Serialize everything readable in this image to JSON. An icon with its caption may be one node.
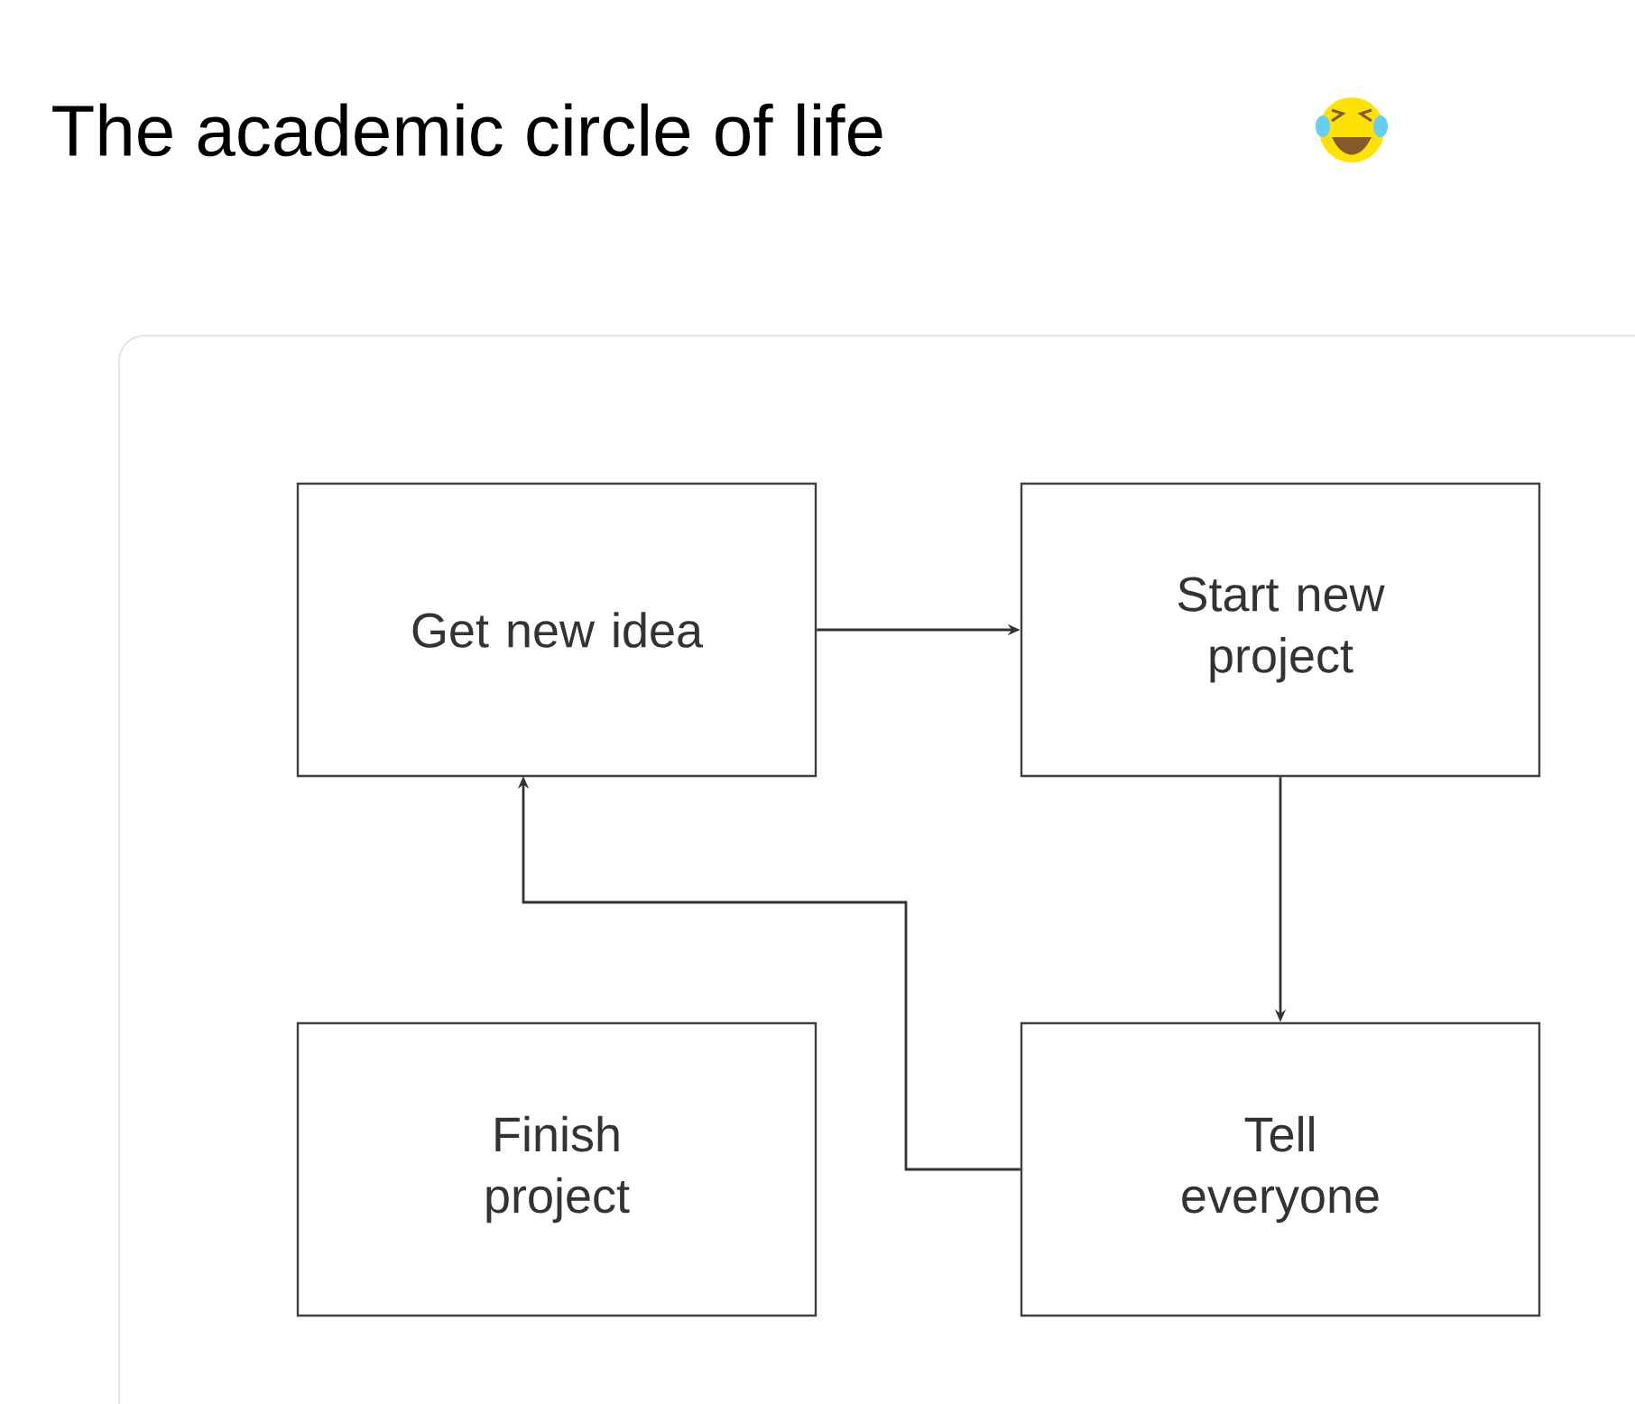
{
  "diagram": {
    "title": "The academic circle of life",
    "nodes": [
      {
        "text": [
          "Get new idea"
        ]
      },
      {
        "text": [
          "Start new project"
        ]
      },
      {
        "text": [
          "Finish project"
        ]
      },
      {
        "text": [
          "Tell everyone"
        ]
      }
    ],
    "edges": [
      {
        "from": 0,
        "to": 1,
        "arrow": "to"
      },
      {
        "from": 1,
        "to": 3,
        "arrow": "to"
      },
      {
        "from": 3,
        "to": 0,
        "arrow": "to"
      }
    ]
  }
}
